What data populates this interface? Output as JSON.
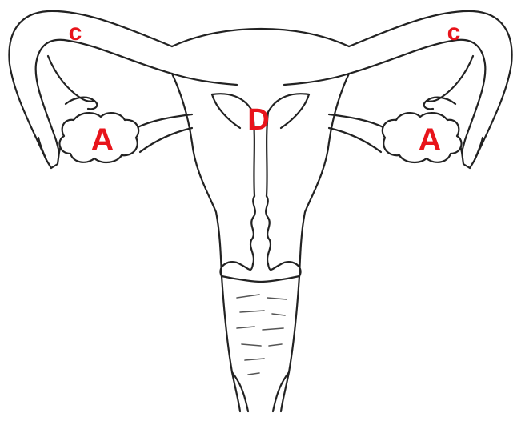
{
  "labels": {
    "ovary_left": "A",
    "ovary_right": "A",
    "tube_left": "c",
    "tube_right": "c",
    "uterus": "D"
  },
  "colors": {
    "label": "#e8141b",
    "outline": "#222222",
    "background": "#ffffff"
  }
}
